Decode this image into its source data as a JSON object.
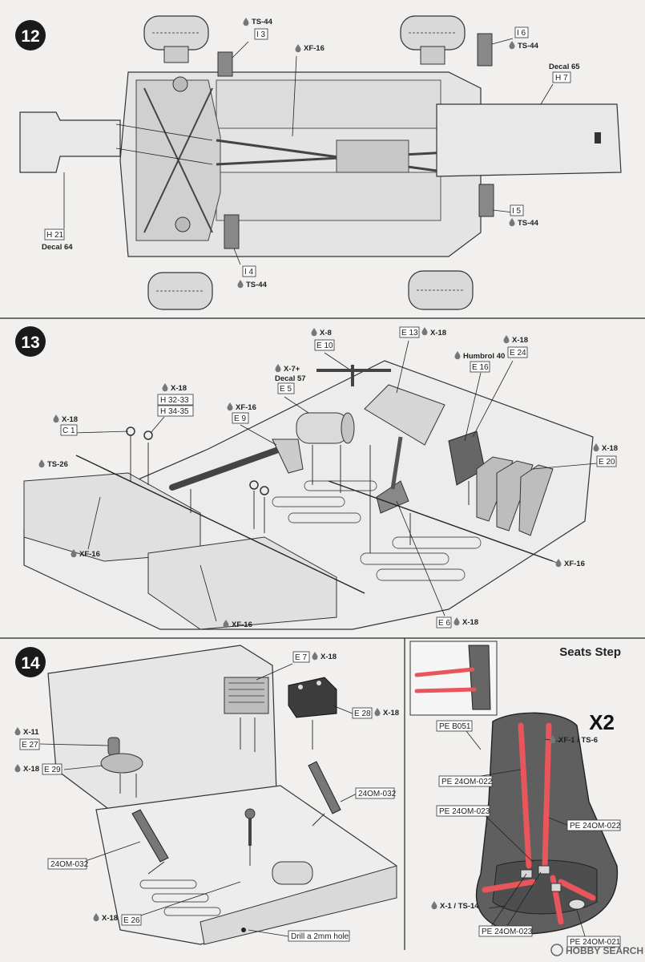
{
  "steps": [
    {
      "number": "12"
    },
    {
      "number": "13"
    },
    {
      "number": "14"
    }
  ],
  "seats_step": {
    "title": "Seats Step",
    "multiplier": "X2"
  },
  "parts": {
    "i3": "I 3",
    "i6": "I 6",
    "h7": "H 7",
    "h21": "H 21",
    "i4": "I 4",
    "i5": "I 5",
    "c1": "C 1",
    "h32": "H 32-33",
    "h34": "H 34-35",
    "e9": "E 9",
    "e5": "E 5",
    "e10": "E 10",
    "e13": "E 13",
    "e16": "E 16",
    "e24": "E 24",
    "e20": "E 20",
    "e6": "E 6",
    "e7": "E 7",
    "e28": "E 28",
    "e27": "E 27",
    "e29": "E 29",
    "e26": "E 26",
    "om032a": "24OM-032",
    "om032b": "24OM-032",
    "peb051": "PE B051",
    "pe022a": "PE 24OM-022",
    "pe023a": "PE 24OM-023",
    "pe022b": "PE 24OM-022",
    "pe023b": "PE 24OM-023",
    "pe021": "PE 24OM-021"
  },
  "paints": {
    "ts44a": "TS-44",
    "xf16a": "XF-16",
    "ts44b": "TS-44",
    "ts44c": "TS-44",
    "ts44d": "TS-44",
    "x18_c1": "X-18",
    "x18_h": "X-18",
    "ts26": "TS-26",
    "xf16_e9": "XF-16",
    "x7": "X-7+",
    "x8": "X-8",
    "x18_e13": "X-18",
    "humbrol": "Humbrol 40",
    "x18_e24": "X-18",
    "x18_e20": "X-18",
    "xf16_b": "XF-16",
    "xf16_c": "XF-16",
    "xf16_d": "XF-16",
    "x18_e6": "X-18",
    "x18_e7": "X-18",
    "x18_e28": "X-18",
    "x11": "X-11",
    "x18_e29": "X-18",
    "x18_e26": "X-18",
    "xf1ts6": "XF-1 / TS-6",
    "x1ts14": "X-1 / TS-14"
  },
  "decals": {
    "d65": "Decal 65",
    "d64": "Decal 64",
    "d57": "Decal 57"
  },
  "notes": {
    "drill": "Drill a 2mm hole"
  },
  "watermark": "HOBBY SEARCH",
  "colors": {
    "belt_red": "#e8555a",
    "paint_grey": "#777777",
    "line": "#222222"
  }
}
